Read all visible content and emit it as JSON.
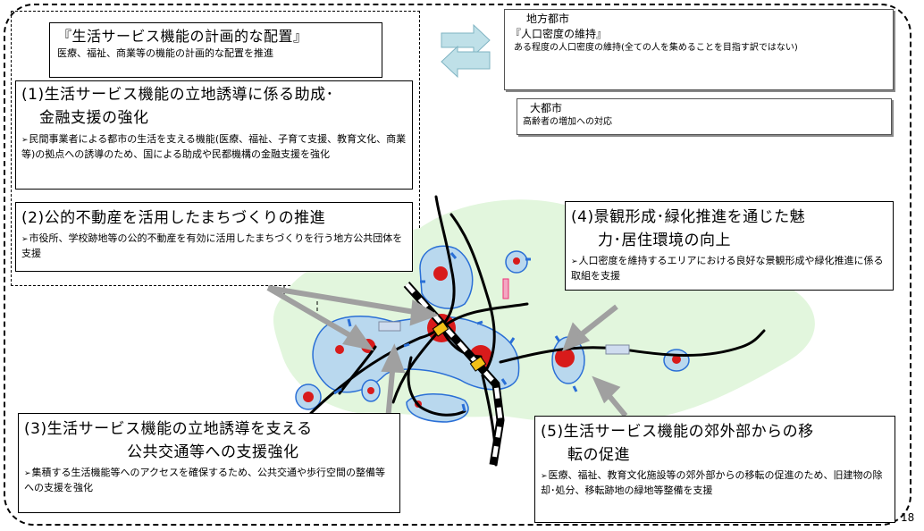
{
  "planned_placement": {
    "title": "『生活サービス機能の計画的な配置』",
    "subtitle": "医療、福祉、商業等の機能の計画的な配置を推進"
  },
  "regional_city": {
    "heading": "地方都市",
    "title": "『人口密度の維持』",
    "text": "ある程度の人口密度の維持(全ての人を集めることを目指す訳ではない)"
  },
  "large_city": {
    "heading": "大都市",
    "text": "高齢者の増加への対応"
  },
  "measures": [
    {
      "title_line1": "(1)生活サービス機能の立地誘導に係る助成･",
      "title_line2": "金融支援の強化",
      "text": "民間事業者による都市の生活を支える機能(医療、福祉、子育て支援、教育文化、商業等)の拠点への誘導のため、国による助成や民都機構の金融支援を強化"
    },
    {
      "title_line1": "(2)公的不動産を活用したまちづくりの推進",
      "title_line2": "",
      "text": "市役所、学校跡地等の公的不動産を有効に活用したまちづくりを行う地方公共団体を支援"
    },
    {
      "title_line1": "(3)生活サービス機能の立地誘導を支える",
      "title_line2": "公共交通等への支援強化",
      "text": "集積する生活機能等へのアクセスを確保するため、公共交通や歩行空間の整備等への支援を強化"
    },
    {
      "title_line1": "(4)景観形成･緑化推進を通じた魅",
      "title_line2": "力･居住環境の向上",
      "text": "人口密度を維持するエリアにおける良好な景観形成や緑化推進に係る取組を支援"
    },
    {
      "title_line1": "(5)生活サービス機能の郊外部からの移",
      "title_line2": "転の促進",
      "text": "医療、福祉、教育文化施設等の郊外部からの移転の促進のため、旧建物の除却･処分、移転跡地の緑地等整備を支援"
    }
  ],
  "page_number": "18",
  "colors": {
    "green_area": "#e2f6dd",
    "blue_area": "#b9d8ee",
    "blue_line": "#2a6fd6",
    "red_node": "#d81b1b",
    "arrow_gray": "#a0a0a0",
    "double_arrow_fill": "#bfe0e8"
  }
}
